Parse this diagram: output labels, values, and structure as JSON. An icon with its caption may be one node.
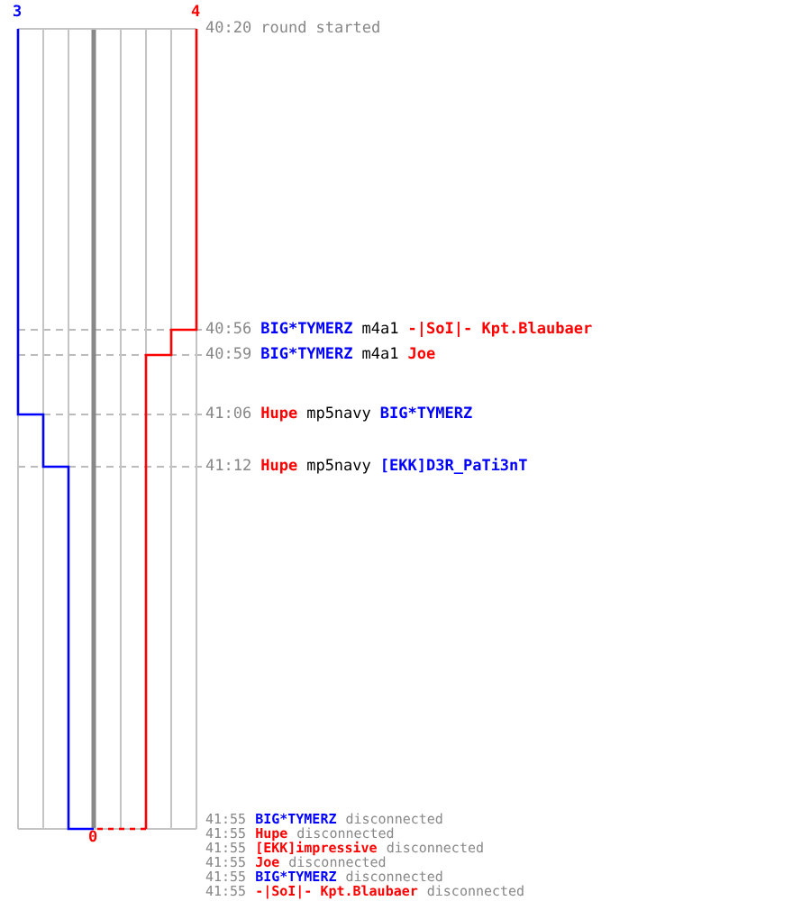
{
  "diagram": {
    "labels": [
      "3",
      "4",
      "0",
      "40:20",
      "round started",
      "40:56",
      "BIG*TYMERZ",
      "m4a1",
      "-|SoI|- Kpt.Blaubaer",
      "40:59",
      "BIG*TYMERZ",
      "m4a1",
      "Joe",
      "41:06",
      "Hupe",
      "mp5navy",
      "BIG*TYMERZ",
      "41:12",
      "Hupe",
      "mp5navy",
      "[EKK]D3R_PaTi3nT",
      "41:55",
      "BIG*TYMERZ",
      "disconnected",
      "41:55",
      "Hupe",
      "disconnected",
      "41:55",
      "[EKK]impressive",
      "disconnected",
      "41:55",
      "Joe",
      "disconnected",
      "41:55",
      "BIG*TYMERZ",
      "disconnected",
      "41:55",
      "-|SoI|- Kpt.Blaubaer",
      "disconnected"
    ]
  }
}
